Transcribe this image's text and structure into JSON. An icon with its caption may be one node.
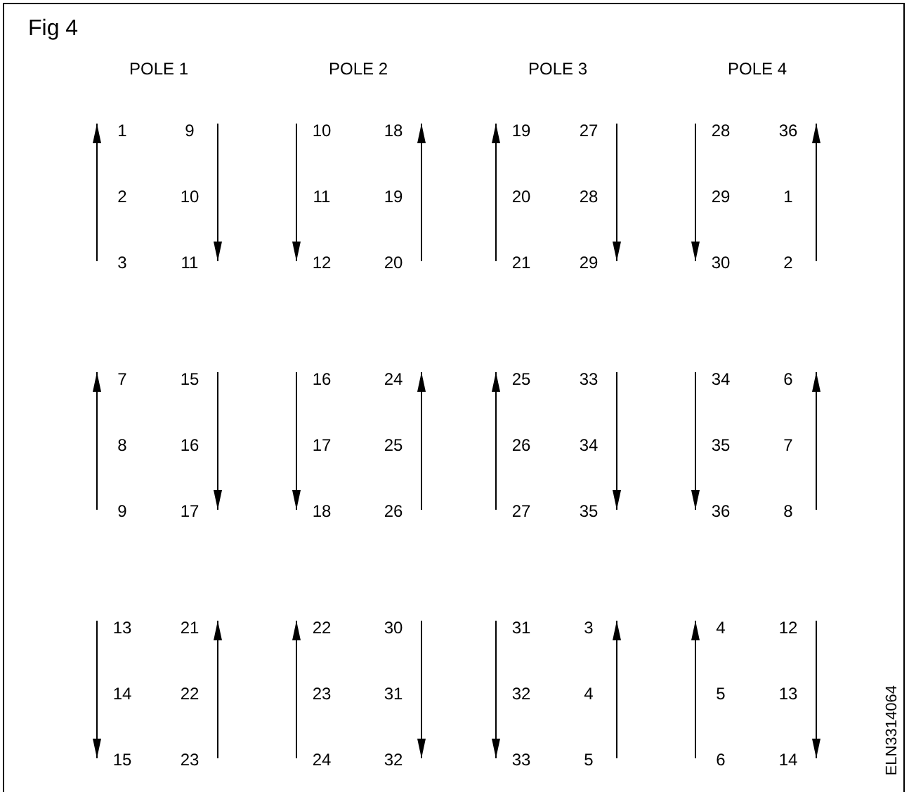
{
  "diagram": {
    "title": "Fig 4",
    "labels": [
      "POLE 1",
      "POLE 2",
      "POLE 3",
      "POLE 4",
      "1",
      "9",
      "10",
      "18",
      "19",
      "27",
      "28",
      "36",
      "2",
      "10",
      "11",
      "19",
      "20",
      "28",
      "29",
      "1",
      "3",
      "11",
      "12",
      "20",
      "21",
      "29",
      "30",
      "2",
      "7",
      "15",
      "16",
      "24",
      "25",
      "33",
      "34",
      "6",
      "8",
      "16",
      "17",
      "25",
      "26",
      "34",
      "35",
      "7",
      "9",
      "17",
      "18",
      "26",
      "27",
      "35",
      "36",
      "8",
      "13",
      "21",
      "22",
      "30",
      "31",
      "3",
      "4",
      "12",
      "14",
      "22",
      "23",
      "31",
      "32",
      "4",
      "5",
      "13",
      "15",
      "23",
      "24",
      "32",
      "33",
      "5",
      "6",
      "14",
      "ELN3314064"
    ]
  }
}
